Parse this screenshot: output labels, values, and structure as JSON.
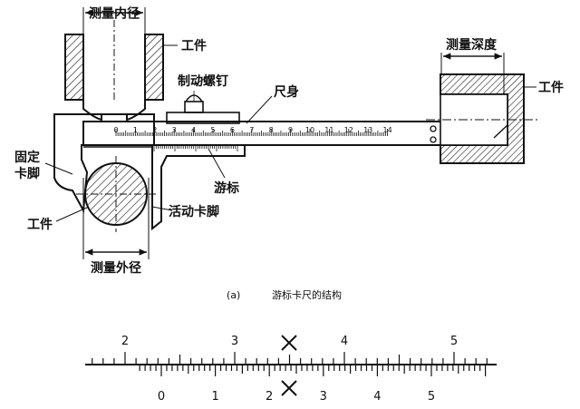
{
  "labels": {
    "inner_diameter": "测量内径",
    "workpiece_top": "工件",
    "brake_screw": "制动螺钉",
    "main_scale": "尺身",
    "depth": "测量深度",
    "workpiece_right": "工件",
    "fixed_jaw_1": "固定",
    "fixed_jaw_2": "卡脚",
    "vernier": "游标",
    "workpiece_left": "工件",
    "movable_jaw": "活动卡脚",
    "outer_diameter": "测量外径"
  },
  "scale_numbers": [
    "0",
    "1",
    "2",
    "3",
    "4",
    "5",
    "6",
    "7",
    "8",
    "9",
    "10",
    "11",
    "12",
    "13",
    "14"
  ],
  "caption": {
    "tag": "(a)",
    "text": "游标卡尺的结构"
  },
  "reading": {
    "main_numbers": [
      "2",
      "3",
      "4",
      "5"
    ],
    "vernier_numbers": [
      "0",
      "1",
      "2",
      "3",
      "4",
      "5"
    ]
  }
}
